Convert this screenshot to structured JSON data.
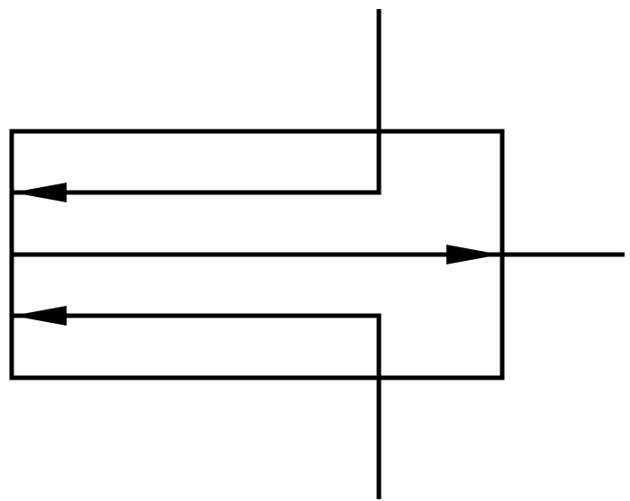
{
  "diagram": {
    "kind": "flow-block",
    "stroke_color": "#000000",
    "background_color": "#ffffff",
    "flows": [
      {
        "id": "upper-inlet",
        "direction": "left"
      },
      {
        "id": "center-outlet",
        "direction": "right"
      },
      {
        "id": "lower-inlet",
        "direction": "left"
      }
    ]
  }
}
